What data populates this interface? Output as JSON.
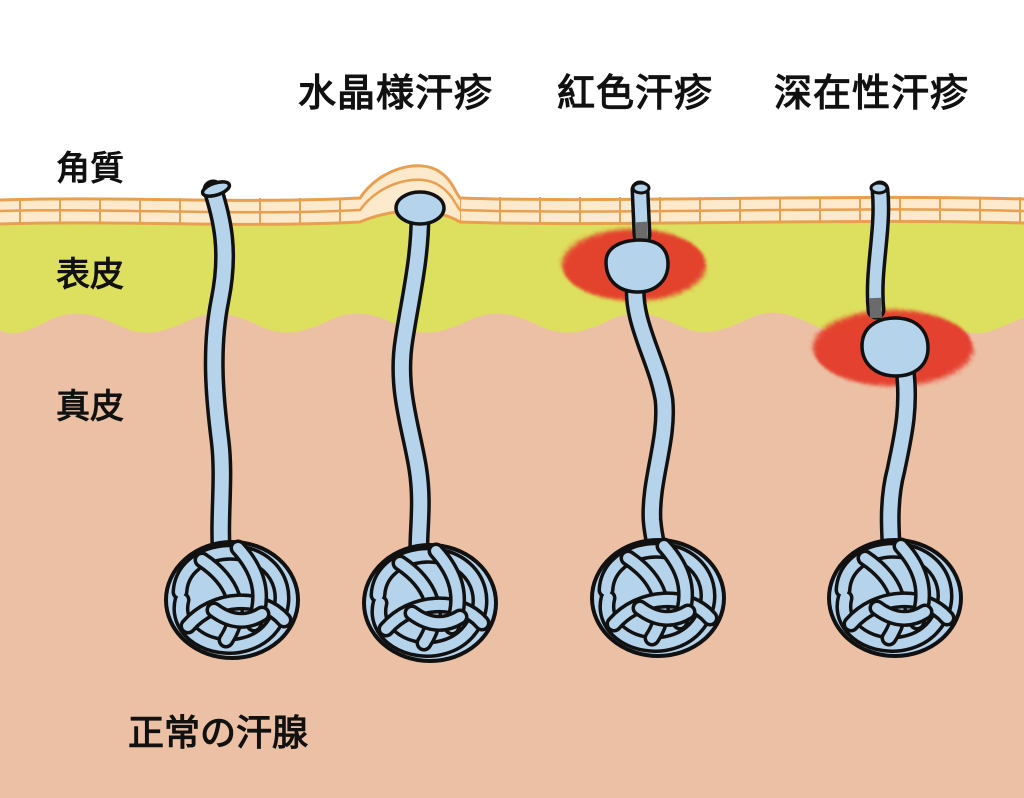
{
  "titles": {
    "miliaria_crystallina": "水晶様汗疹",
    "miliaria_rubra": "紅色汗疹",
    "miliaria_profunda": "深在性汗疹"
  },
  "layers": {
    "stratum_corneum": "角質",
    "epidermis": "表皮",
    "dermis": "真皮"
  },
  "normal_gland_label": "正常の汗腺",
  "colors": {
    "background": "#ffffff",
    "dermis": "#ecc0a4",
    "epidermis": "#dde05e",
    "stratum_corneum_fill": "#fde9cc",
    "stratum_corneum_line": "#e8a050",
    "duct_fill": "#b6d3ec",
    "duct_outline": "#111111",
    "inflammation": "#e43b2a",
    "blockage": "#6b6b6b"
  },
  "icons": {
    "sweat_gland_coil": "knot-coil-icon",
    "sweat_duct": "duct-tube"
  }
}
